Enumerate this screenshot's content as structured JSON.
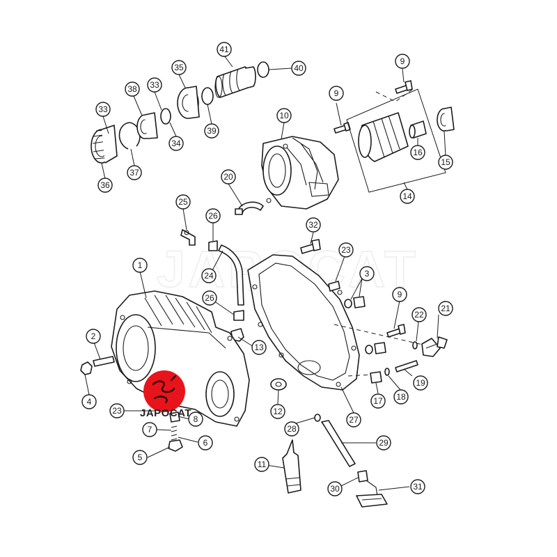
{
  "watermark": {
    "text": "JAPOCAT"
  },
  "logo": {
    "text": "JAPOCAT",
    "color": "#e8141b"
  },
  "callouts": [
    {
      "id": "c1",
      "label": "1"
    },
    {
      "id": "c2",
      "label": "2"
    },
    {
      "id": "c3",
      "label": "3"
    },
    {
      "id": "c4",
      "label": "4"
    },
    {
      "id": "c5",
      "label": "5"
    },
    {
      "id": "c6",
      "label": "6"
    },
    {
      "id": "c7",
      "label": "7"
    },
    {
      "id": "c8",
      "label": "8"
    },
    {
      "id": "c9a",
      "label": "9"
    },
    {
      "id": "c9b",
      "label": "9"
    },
    {
      "id": "c9c",
      "label": "9"
    },
    {
      "id": "c10",
      "label": "10"
    },
    {
      "id": "c11",
      "label": "11"
    },
    {
      "id": "c12",
      "label": "12"
    },
    {
      "id": "c13",
      "label": "13"
    },
    {
      "id": "c14",
      "label": "14"
    },
    {
      "id": "c15",
      "label": "15"
    },
    {
      "id": "c16",
      "label": "16"
    },
    {
      "id": "c17",
      "label": "17"
    },
    {
      "id": "c18",
      "label": "18"
    },
    {
      "id": "c19",
      "label": "19"
    },
    {
      "id": "c20",
      "label": "20"
    },
    {
      "id": "c21",
      "label": "21"
    },
    {
      "id": "c22",
      "label": "22"
    },
    {
      "id": "c23a",
      "label": "23"
    },
    {
      "id": "c23b",
      "label": "23"
    },
    {
      "id": "c24",
      "label": "24"
    },
    {
      "id": "c25",
      "label": "25"
    },
    {
      "id": "c26a",
      "label": "26"
    },
    {
      "id": "c26b",
      "label": "26"
    },
    {
      "id": "c27",
      "label": "27"
    },
    {
      "id": "c28",
      "label": "28"
    },
    {
      "id": "c29",
      "label": "29"
    },
    {
      "id": "c30",
      "label": "30"
    },
    {
      "id": "c31",
      "label": "31"
    },
    {
      "id": "c32",
      "label": "32"
    },
    {
      "id": "c33a",
      "label": "33"
    },
    {
      "id": "c33b",
      "label": "33"
    },
    {
      "id": "c34",
      "label": "34"
    },
    {
      "id": "c35",
      "label": "35"
    },
    {
      "id": "c36",
      "label": "36"
    },
    {
      "id": "c37",
      "label": "37"
    },
    {
      "id": "c38",
      "label": "38"
    },
    {
      "id": "c39",
      "label": "39"
    },
    {
      "id": "c40",
      "label": "40"
    },
    {
      "id": "c41",
      "label": "41"
    }
  ]
}
